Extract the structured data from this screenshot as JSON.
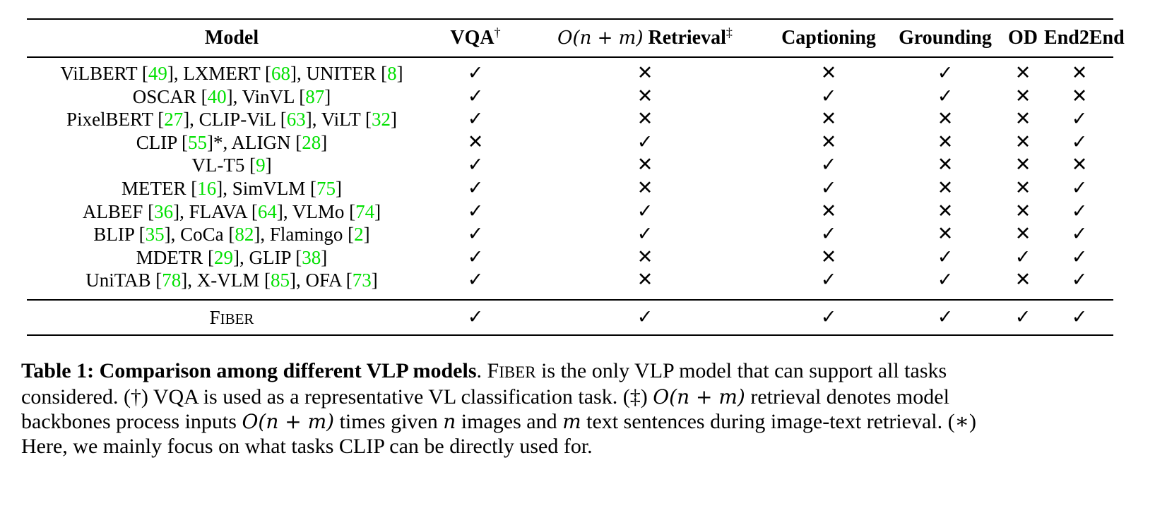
{
  "table": {
    "headers": {
      "model": "Model",
      "vqa": "VQA",
      "vqa_sup": "†",
      "retrieval_math": "O(n + m)",
      "retrieval": "Retrieval",
      "retrieval_sup": "‡",
      "captioning": "Captioning",
      "grounding": "Grounding",
      "od": "OD",
      "end2end": "End2End"
    },
    "symbols": {
      "yes": "✓",
      "no": "✕"
    },
    "rows": [
      {
        "parts": [
          [
            "ViLBERT [",
            0
          ],
          [
            "49",
            1
          ],
          [
            "], LXMERT [",
            0
          ],
          [
            "68",
            1
          ],
          [
            "], UNITER [",
            0
          ],
          [
            "8",
            1
          ],
          [
            "]",
            0
          ]
        ],
        "marks": [
          "✓",
          "✕",
          "✕",
          "✓",
          "✕",
          "✕"
        ]
      },
      {
        "parts": [
          [
            "OSCAR [",
            0
          ],
          [
            "40",
            1
          ],
          [
            "], VinVL [",
            0
          ],
          [
            "87",
            1
          ],
          [
            "]",
            0
          ]
        ],
        "marks": [
          "✓",
          "✕",
          "✓",
          "✓",
          "✕",
          "✕"
        ]
      },
      {
        "parts": [
          [
            "PixelBERT [",
            0
          ],
          [
            "27",
            1
          ],
          [
            "], CLIP-ViL [",
            0
          ],
          [
            "63",
            1
          ],
          [
            "], ViLT [",
            0
          ],
          [
            "32",
            1
          ],
          [
            "]",
            0
          ]
        ],
        "marks": [
          "✓",
          "✕",
          "✕",
          "✕",
          "✕",
          "✓"
        ]
      },
      {
        "parts": [
          [
            "CLIP [",
            0
          ],
          [
            "55",
            1
          ],
          [
            "]*, ALIGN [",
            0
          ],
          [
            "28",
            1
          ],
          [
            "]",
            0
          ]
        ],
        "marks": [
          "✕",
          "✓",
          "✕",
          "✕",
          "✕",
          "✓"
        ]
      },
      {
        "parts": [
          [
            "VL-T5 [",
            0
          ],
          [
            "9",
            1
          ],
          [
            "]",
            0
          ]
        ],
        "marks": [
          "✓",
          "✕",
          "✓",
          "✕",
          "✕",
          "✕"
        ]
      },
      {
        "parts": [
          [
            "METER [",
            0
          ],
          [
            "16",
            1
          ],
          [
            "], SimVLM [",
            0
          ],
          [
            "75",
            1
          ],
          [
            "]",
            0
          ]
        ],
        "marks": [
          "✓",
          "✕",
          "✓",
          "✕",
          "✕",
          "✓"
        ]
      },
      {
        "parts": [
          [
            "ALBEF [",
            0
          ],
          [
            "36",
            1
          ],
          [
            "], FLAVA [",
            0
          ],
          [
            "64",
            1
          ],
          [
            "], VLMo [",
            0
          ],
          [
            "74",
            1
          ],
          [
            "]",
            0
          ]
        ],
        "marks": [
          "✓",
          "✓",
          "✕",
          "✕",
          "✕",
          "✓"
        ]
      },
      {
        "parts": [
          [
            "BLIP [",
            0
          ],
          [
            "35",
            1
          ],
          [
            "], CoCa [",
            0
          ],
          [
            "82",
            1
          ],
          [
            "], Flamingo [",
            0
          ],
          [
            "2",
            1
          ],
          [
            "]",
            0
          ]
        ],
        "marks": [
          "✓",
          "✓",
          "✓",
          "✕",
          "✕",
          "✓"
        ]
      },
      {
        "parts": [
          [
            "MDETR [",
            0
          ],
          [
            "29",
            1
          ],
          [
            "], GLIP [",
            0
          ],
          [
            "38",
            1
          ],
          [
            "]",
            0
          ]
        ],
        "marks": [
          "✓",
          "✕",
          "✕",
          "✓",
          "✓",
          "✓"
        ]
      },
      {
        "parts": [
          [
            "UniTAB [",
            0
          ],
          [
            "78",
            1
          ],
          [
            "], X-VLM [",
            0
          ],
          [
            "85",
            1
          ],
          [
            "], OFA [",
            0
          ],
          [
            "73",
            1
          ],
          [
            "]",
            0
          ]
        ],
        "marks": [
          "✓",
          "✕",
          "✓",
          "✓",
          "✕",
          "✓"
        ]
      }
    ],
    "fiber": {
      "name_first": "F",
      "name_rest": "IBER",
      "marks": [
        "✓",
        "✓",
        "✓",
        "✓",
        "✓",
        "✓"
      ]
    }
  },
  "caption": {
    "label": "Table 1: Comparison among different VLP models",
    "line1_after_label": ". ",
    "fiber_first": "F",
    "fiber_rest": "IBER",
    "line1_rest": " is the only VLP model that can support all tasks",
    "line2_a": "considered. (†) VQA is used as a representative VL classification task. (‡) ",
    "line2_math": "O(n + m)",
    "line2_b": " retrieval denotes model",
    "line3_a": "backbones process inputs ",
    "line3_math": "O(n + m)",
    "line3_b": " times given ",
    "line3_n": "n",
    "line3_c": " images and ",
    "line3_m": "m",
    "line3_d": " text sentences during image-text retrieval. (∗)",
    "line4": "Here, we mainly focus on what tasks CLIP can be directly used for."
  }
}
